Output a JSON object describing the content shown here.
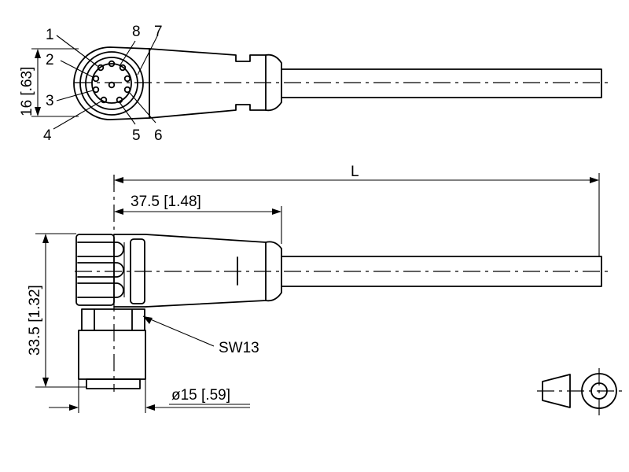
{
  "pin_labels": [
    "1",
    "2",
    "3",
    "4",
    "5",
    "6",
    "7",
    "8"
  ],
  "dimensions": {
    "diameter_top": "16 [.63]",
    "length": "L",
    "dim_37_5": "37.5 [1.48]",
    "height_33_5": "33.5 [1.32]",
    "wrench": "SW13",
    "diameter_15": "ø15 [.59]"
  }
}
